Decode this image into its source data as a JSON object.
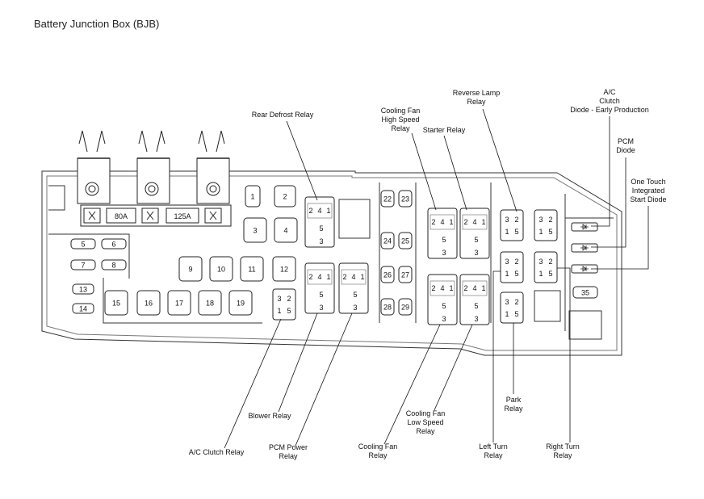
{
  "title": "Battery Junction Box (BJB)",
  "fuses": {
    "large": [
      {
        "id": "80A",
        "label": "80A"
      },
      {
        "id": "125A",
        "label": "125A"
      }
    ],
    "mini": [
      {
        "id": "f1",
        "label": "1"
      },
      {
        "id": "f2",
        "label": "2"
      },
      {
        "id": "f3",
        "label": "3"
      },
      {
        "id": "f4",
        "label": "4"
      },
      {
        "id": "f5",
        "label": "5"
      },
      {
        "id": "f6",
        "label": "6"
      },
      {
        "id": "f7",
        "label": "7"
      },
      {
        "id": "f8",
        "label": "8"
      },
      {
        "id": "f9",
        "label": "9"
      },
      {
        "id": "f10",
        "label": "10"
      },
      {
        "id": "f11",
        "label": "11"
      },
      {
        "id": "f12",
        "label": "12"
      },
      {
        "id": "f13",
        "label": "13"
      },
      {
        "id": "f14",
        "label": "14"
      },
      {
        "id": "f15",
        "label": "15"
      },
      {
        "id": "f16",
        "label": "16"
      },
      {
        "id": "f17",
        "label": "17"
      },
      {
        "id": "f18",
        "label": "18"
      },
      {
        "id": "f19",
        "label": "19"
      },
      {
        "id": "f22",
        "label": "22"
      },
      {
        "id": "f23",
        "label": "23"
      },
      {
        "id": "f24",
        "label": "24"
      },
      {
        "id": "f25",
        "label": "25"
      },
      {
        "id": "f26",
        "label": "26"
      },
      {
        "id": "f27",
        "label": "27"
      },
      {
        "id": "f28",
        "label": "28"
      },
      {
        "id": "f29",
        "label": "29"
      },
      {
        "id": "f35",
        "label": "35"
      }
    ]
  },
  "relay_pins": {
    "standard": {
      "a": "2",
      "b": "4",
      "c": "1",
      "d": "5",
      "e": "3"
    },
    "mini": {
      "a": "3",
      "b": "2",
      "c": "1",
      "d": "5"
    }
  },
  "callouts": [
    {
      "id": "rear-defrost",
      "lines": [
        "Rear Defrost Relay"
      ]
    },
    {
      "id": "cooling-fan-high",
      "lines": [
        "Cooling Fan",
        "High Speed",
        "Relay"
      ]
    },
    {
      "id": "starter",
      "lines": [
        "Starter Relay"
      ]
    },
    {
      "id": "reverse-lamp",
      "lines": [
        "Reverse Lamp",
        "Relay"
      ]
    },
    {
      "id": "ac-clutch-diode",
      "lines": [
        "A/C",
        "Clutch",
        "Diode - Early Production"
      ]
    },
    {
      "id": "pcm-diode",
      "lines": [
        "PCM",
        "Diode"
      ]
    },
    {
      "id": "one-touch",
      "lines": [
        "One Touch",
        "Integrated",
        "Start Diode"
      ]
    },
    {
      "id": "blower",
      "lines": [
        "Blower Relay"
      ]
    },
    {
      "id": "ac-clutch-relay",
      "lines": [
        "A/C Clutch Relay"
      ]
    },
    {
      "id": "pcm-power",
      "lines": [
        "PCM Power",
        "Relay"
      ]
    },
    {
      "id": "cooling-fan",
      "lines": [
        "Cooling Fan",
        "Relay"
      ]
    },
    {
      "id": "cooling-fan-low",
      "lines": [
        "Cooling Fan",
        "Low Speed",
        "Relay"
      ]
    },
    {
      "id": "left-turn",
      "lines": [
        "Left Turn",
        "Relay"
      ]
    },
    {
      "id": "park",
      "lines": [
        "Park",
        "Relay"
      ]
    },
    {
      "id": "right-turn",
      "lines": [
        "Right Turn",
        "Relay"
      ]
    }
  ]
}
